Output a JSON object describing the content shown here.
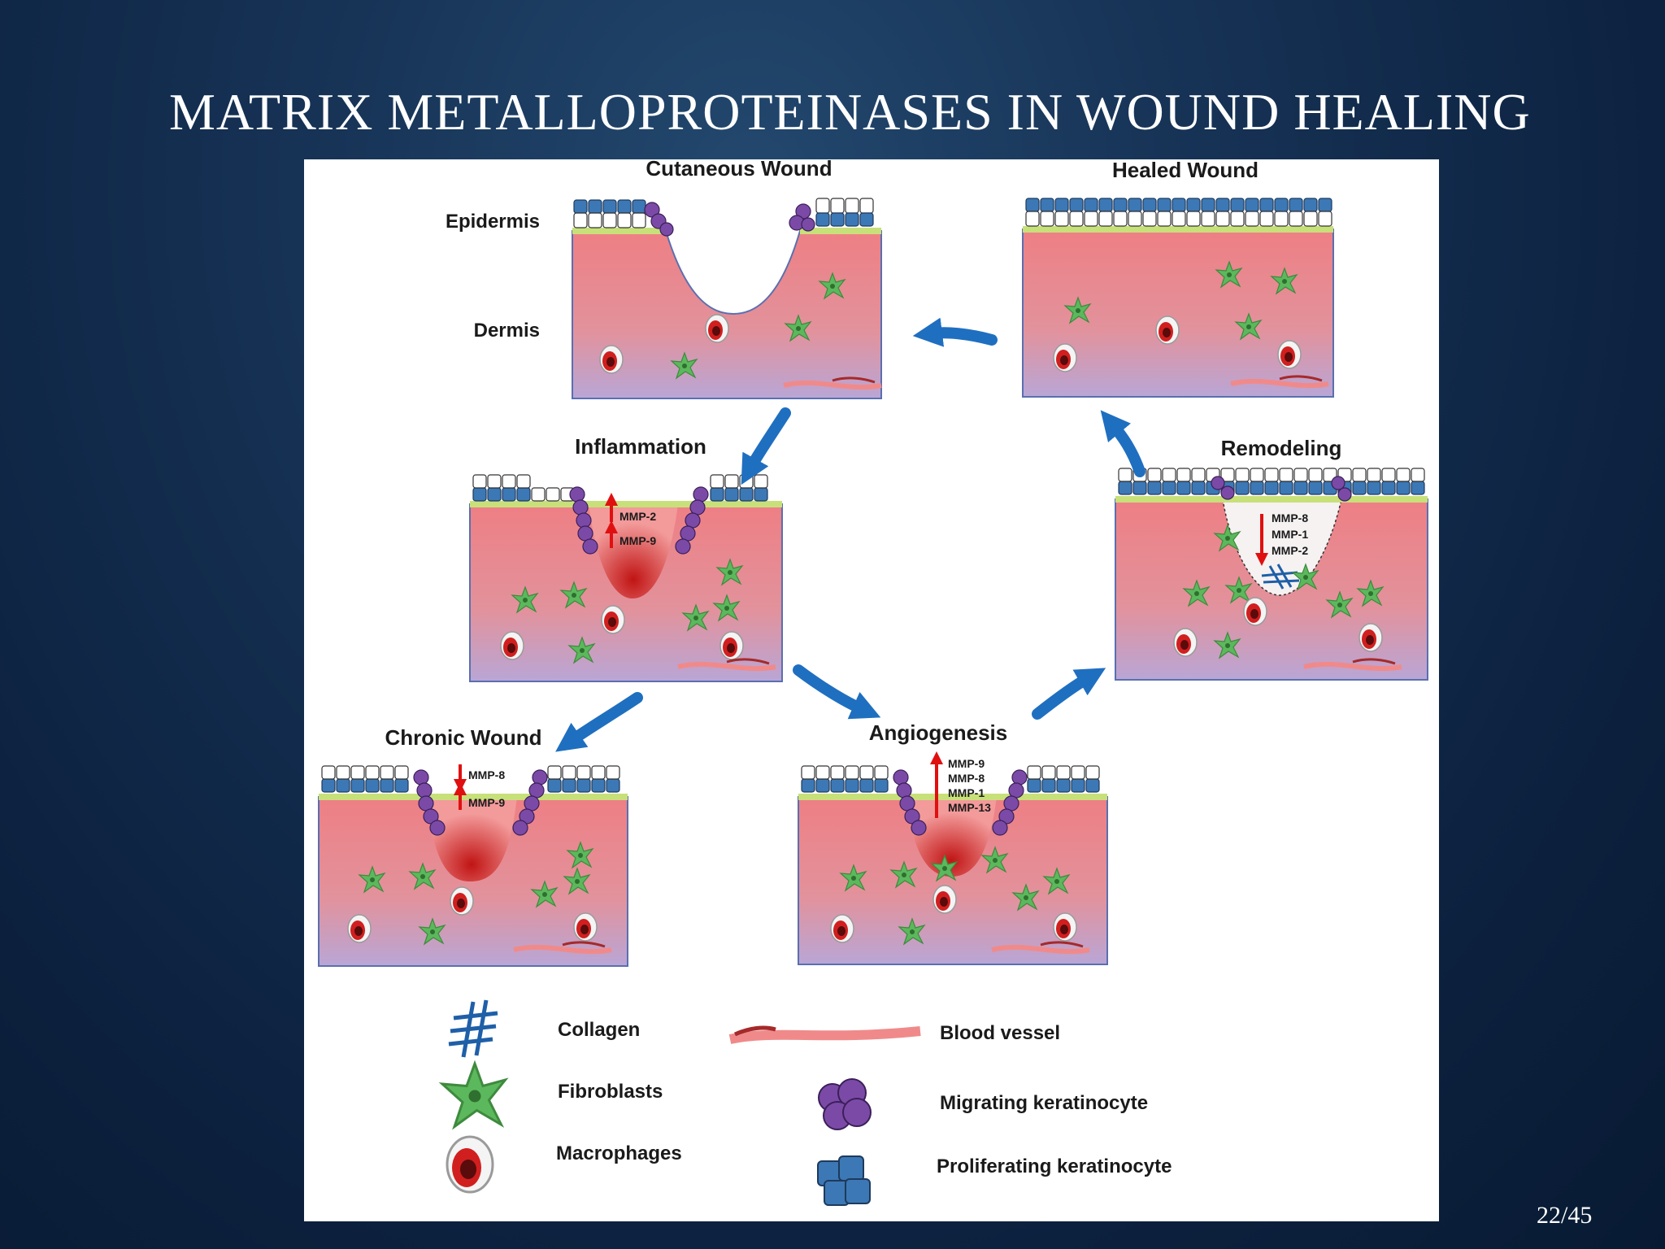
{
  "slide": {
    "title": "MATRIX METALLOPROTEINASES IN WOUND HEALING",
    "page_number": "22/45"
  },
  "figure": {
    "layer_labels": {
      "epidermis": "Epidermis",
      "dermis": "Dermis"
    },
    "stages": {
      "cutaneous": {
        "title": "Cutaneous Wound"
      },
      "healed": {
        "title": "Healed Wound"
      },
      "inflammation": {
        "title": "Inflammation",
        "mmp_up": [
          "MMP-2",
          "MMP-9"
        ]
      },
      "remodeling": {
        "title": "Remodeling",
        "mmp_down": [
          "MMP-8",
          "MMP-1",
          "MMP-2"
        ]
      },
      "chronic": {
        "title": "Chronic Wound",
        "mmp_down": [
          "MMP-8"
        ],
        "mmp_up": [
          "MMP-9"
        ]
      },
      "angiogenesis": {
        "title": "Angiogenesis",
        "mmp_up": [
          "MMP-9",
          "MMP-8",
          "MMP-1",
          "MMP-13"
        ]
      }
    },
    "legend": {
      "collagen": "Collagen",
      "fibroblasts": "Fibroblasts",
      "macrophages": "Macrophages",
      "blood_vessel": "Blood vessel",
      "migrating_keratinocyte": "Migrating keratinocyte",
      "proliferating_keratinocyte": "Proliferating keratinocyte"
    },
    "colors": {
      "dermis_top": "#ee7f84",
      "dermis_bottom": "#b9a6d6",
      "proliferating": "#3c78b5",
      "migrating": "#7b4aa6",
      "fibroblast": "#5cb85c",
      "arrow": "#1f6fc0",
      "mmp_arrow": "#e01010"
    }
  }
}
